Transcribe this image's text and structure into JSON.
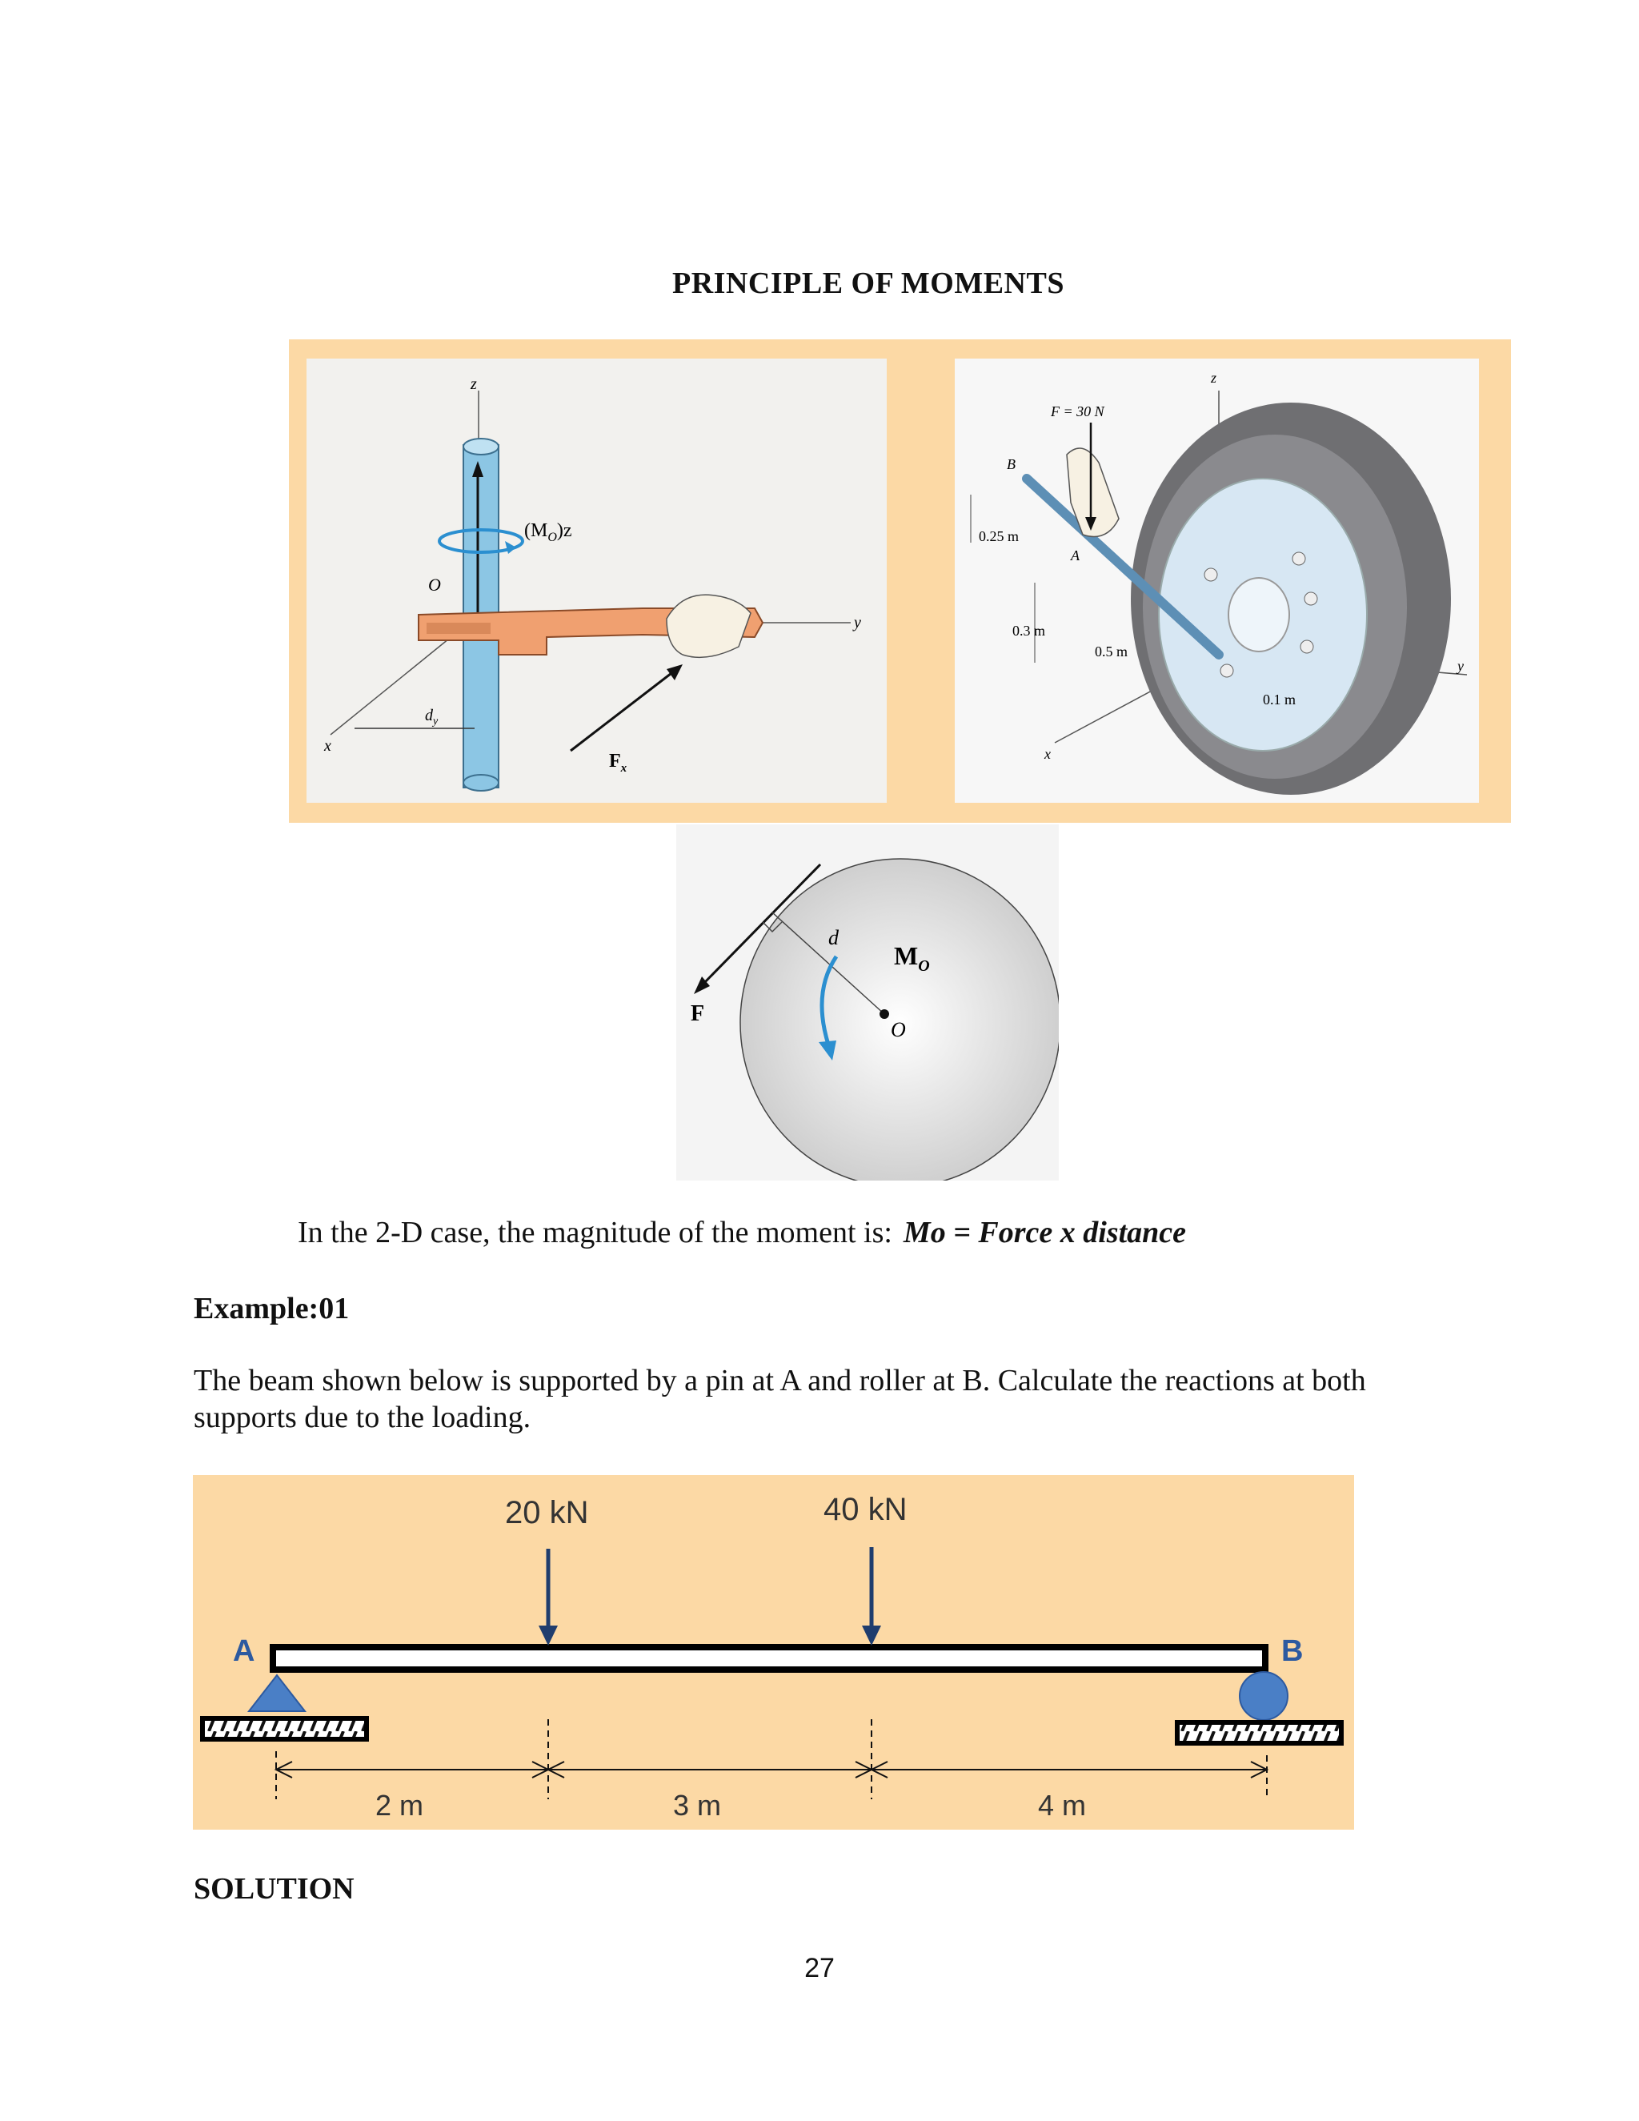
{
  "page": {
    "title": "PRINCIPLE OF MOMENTS",
    "statement_text": "In the 2-D case, the magnitude of the moment is:",
    "statement_equation": "Mo = Force x distance",
    "example_heading": "Example:01",
    "example_text": "The beam shown below is supported by a pin at A and roller at B. Calculate the reactions at both supports due to the loading.",
    "solution_heading": "SOLUTION",
    "page_number": "27"
  },
  "figure_left": {
    "z_label": "z",
    "moment_label": "(M",
    "moment_sub": "O",
    "moment_tail": ")z",
    "o_label": "O",
    "y_label": "y",
    "x_label": "x",
    "dy_label": "d",
    "dy_sub": "y",
    "fx_label": "F",
    "fx_sub": "x"
  },
  "figure_right": {
    "force_label": "F = 30 N",
    "b_label": "B",
    "a_label": "A",
    "dim_025": "0.25 m",
    "dim_03": "0.3 m",
    "dim_05": "0.5 m",
    "dim_01": "0.1 m",
    "z_label": "z",
    "y_label": "y",
    "x_label": "x"
  },
  "figure_circle": {
    "d_label": "d",
    "m_label": "M",
    "m_sub": "O",
    "f_label": "F",
    "o_label": "O"
  },
  "beam": {
    "support_a": "A",
    "support_b": "B",
    "load_1": "20 kN",
    "load_2": "40 kN",
    "span_1": "2 m",
    "span_2": "3 m",
    "span_3": "4 m"
  },
  "colors": {
    "panel": "#fcd9a5",
    "support_blue": "#4a7fc6",
    "arrow_navy": "#1f3d6e",
    "moment_blue": "#2b8fd0"
  }
}
